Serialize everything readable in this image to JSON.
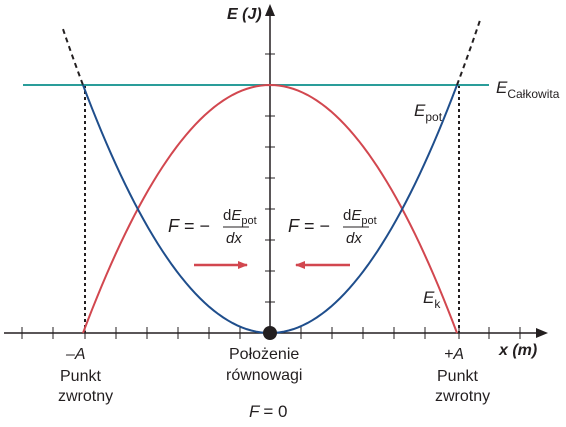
{
  "axes": {
    "y_label": "E (J)",
    "x_label": "x (m)"
  },
  "curves": {
    "e_total_main": "E",
    "e_total_sub": "Całkowita",
    "e_pot_main": "E",
    "e_pot_sub": "pot",
    "e_k_main": "E",
    "e_k_sub": "k"
  },
  "formula": {
    "lhs": "F",
    "eq": "= −",
    "num_d": "d",
    "num_E": "E",
    "num_sub": "pot",
    "den": "dx"
  },
  "ticks": {
    "minus_a": "–A",
    "plus_a": "+A"
  },
  "labels": {
    "turning_left_1": "Punkt",
    "turning_left_2": "zwrotny",
    "turning_right_1": "Punkt",
    "turning_right_2": "zwrotny",
    "equilibrium_1": "Położenie",
    "equilibrium_2": "równowagi",
    "f_zero_F": "F",
    "f_zero_eq": "= 0"
  },
  "colors": {
    "potential": "#1f4e8c",
    "kinetic": "#d2474f",
    "total": "#2a9d9a",
    "arrow": "#d2474f",
    "axis": "#231f20"
  }
}
